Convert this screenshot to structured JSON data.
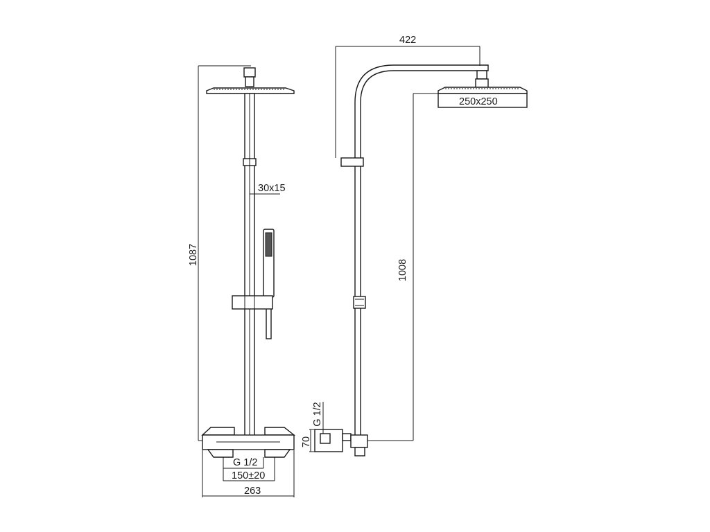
{
  "drawing": {
    "labels": {
      "overall_height": "1087",
      "arm_length": "422",
      "head_size": "250x250",
      "riser_section": "30x15",
      "riser_height": "1008",
      "inlet_thread_front": "G 1/2",
      "inlet_spacing": "150±20",
      "mixer_width": "263",
      "inlet_thread_side": "G 1/2",
      "inlet_offset": "70"
    },
    "components": [
      "shower-head",
      "riser-pipe",
      "hand-shower",
      "slider-bracket",
      "thermostatic-mixer",
      "wall-connector"
    ]
  }
}
